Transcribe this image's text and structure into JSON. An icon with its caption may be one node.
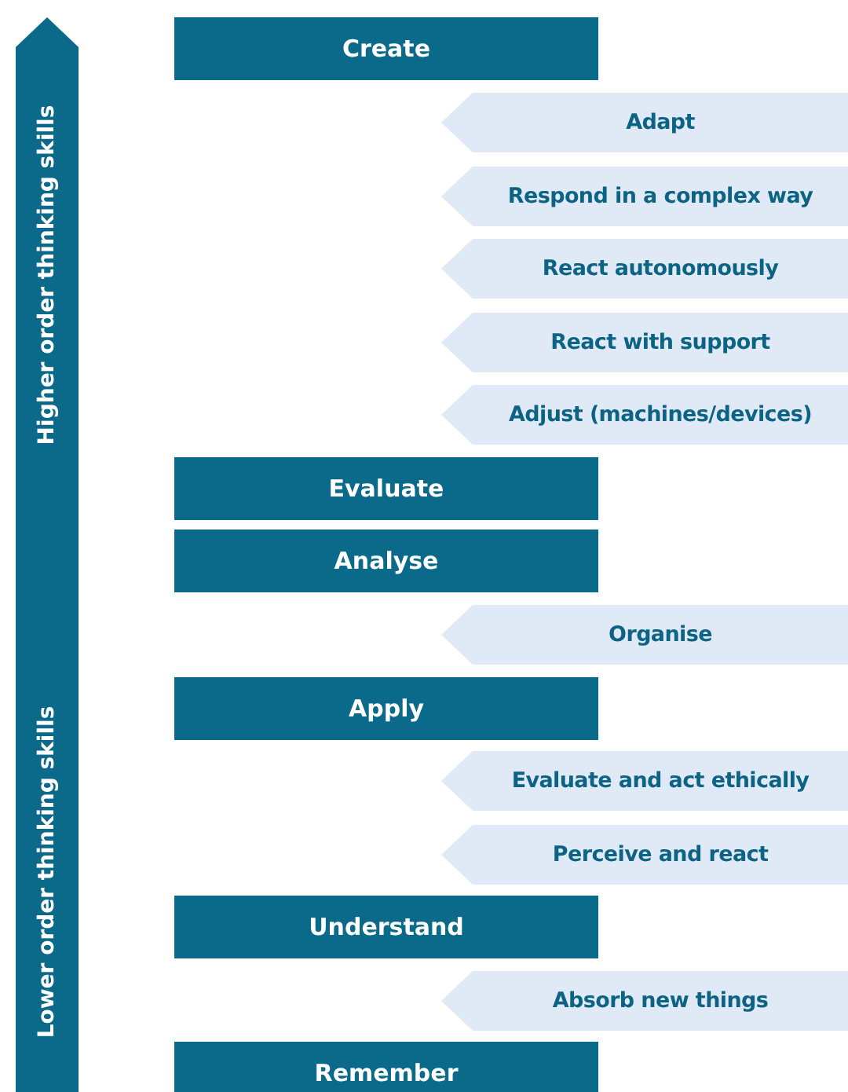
{
  "diagram": {
    "nodes": [
      {
        "text": [
          "Higher order thinking skills",
          "Lower order thinking skills"
        ]
      },
      {
        "text": [
          "Create"
        ]
      },
      {
        "text": [
          "Adapt"
        ]
      },
      {
        "text": [
          "Respond in a complex way"
        ]
      },
      {
        "text": [
          "React autonomously"
        ]
      },
      {
        "text": [
          "React with support"
        ]
      },
      {
        "text": [
          "Adjust (machines/devices)"
        ]
      },
      {
        "text": [
          "Evaluate"
        ]
      },
      {
        "text": [
          "Analyse"
        ]
      },
      {
        "text": [
          "Organise"
        ]
      },
      {
        "text": [
          "Apply"
        ]
      },
      {
        "text": [
          "Evaluate and act ethically"
        ]
      },
      {
        "text": [
          "Perceive and react"
        ]
      },
      {
        "text": [
          "Understand"
        ]
      },
      {
        "text": [
          "Absorb new things"
        ]
      },
      {
        "text": [
          "Remember"
        ]
      }
    ]
  }
}
